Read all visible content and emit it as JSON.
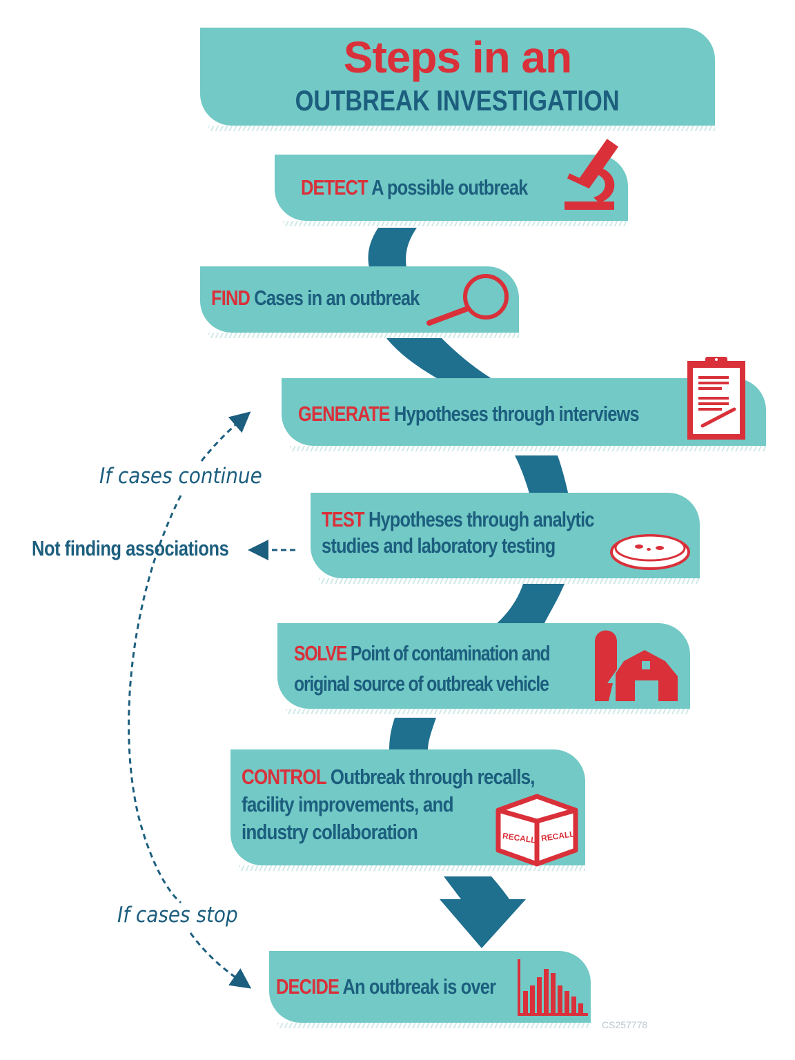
{
  "title": {
    "line1": "Steps in an",
    "line2": "OUTBREAK INVESTIGATION"
  },
  "steps": [
    {
      "keyword": "DETECT",
      "lines": [
        "A possible outbreak"
      ],
      "icon": "microscope-icon"
    },
    {
      "keyword": "FIND",
      "lines": [
        "Cases in an outbreak"
      ],
      "icon": "magnifying-glass-icon"
    },
    {
      "keyword": "GENERATE",
      "lines": [
        "Hypotheses through interviews"
      ],
      "icon": "clipboard-icon"
    },
    {
      "keyword": "TEST",
      "lines": [
        "Hypotheses through analytic",
        "studies and laboratory testing"
      ],
      "icon": "petri-dish-icon"
    },
    {
      "keyword": "SOLVE",
      "lines": [
        "Point of contamination and",
        "original source of outbreak vehicle"
      ],
      "icon": "farm-barn-silo-icon"
    },
    {
      "keyword": "CONTROL",
      "lines": [
        "Outbreak through recalls,",
        "facility improvements, and",
        "industry collaboration"
      ],
      "icon": "recall-box-icon"
    },
    {
      "keyword": "DECIDE",
      "lines": [
        "An outbreak is over"
      ],
      "icon": "epi-curve-chart-icon"
    }
  ],
  "recall_box_labels": [
    "RECALL",
    "RECALL"
  ],
  "annotations": {
    "if_cases_continue": "If cases continue",
    "not_finding_associations": "Not finding associations",
    "if_cases_stop": "If cases stop"
  },
  "code": "CS257778",
  "colors": {
    "box_teal": "#72c9c5",
    "ribbon_blue": "#1f6f8f",
    "keyword_red": "#d9303a",
    "text_navy": "#1c5e7e",
    "icon_red": "#d9303a"
  }
}
